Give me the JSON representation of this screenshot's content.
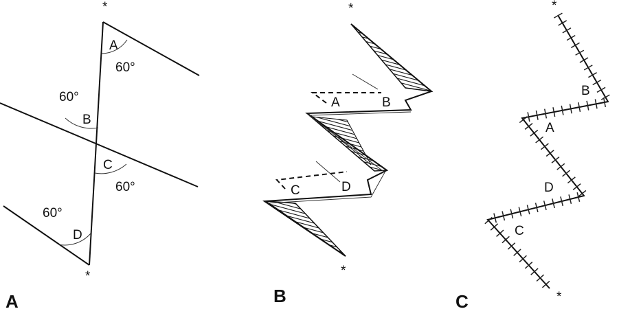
{
  "panels": [
    {
      "label": "A",
      "flaps": [
        "A",
        "B",
        "C",
        "D"
      ],
      "angles": [
        "60°",
        "60°",
        "60°",
        "60°"
      ],
      "markers": [
        "*",
        "*"
      ]
    },
    {
      "label": "B",
      "flaps": [
        "A",
        "B",
        "C",
        "D"
      ],
      "markers": [
        "*",
        "*"
      ]
    },
    {
      "label": "C",
      "flaps": [
        "A",
        "B",
        "C",
        "D"
      ],
      "markers": [
        "*",
        "*"
      ]
    }
  ]
}
